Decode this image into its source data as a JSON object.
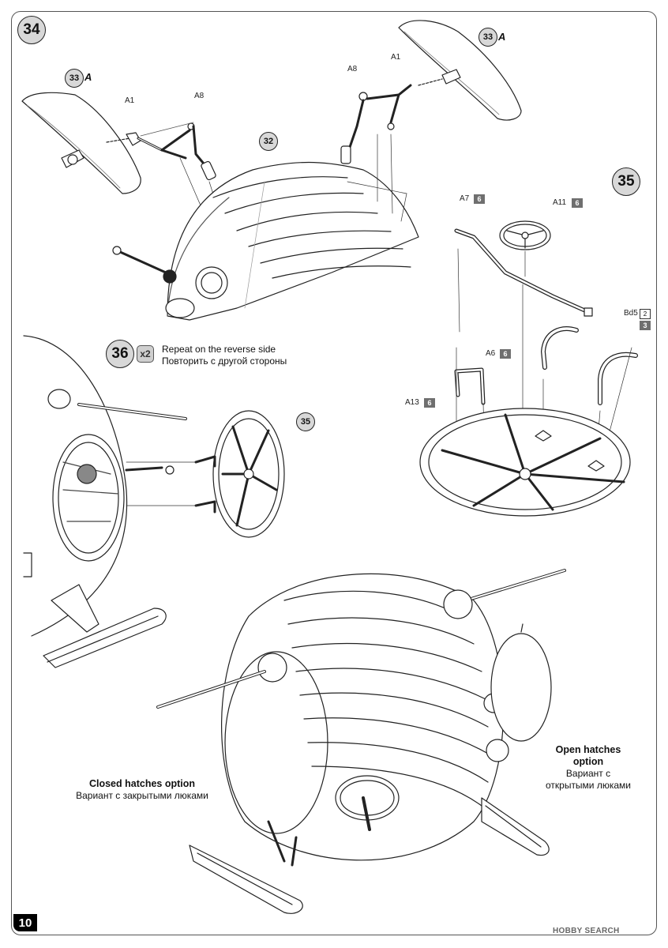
{
  "page_number": "10",
  "steps": {
    "step34": "34",
    "step35": "35",
    "step36": "36",
    "step36_multiplier": "x2"
  },
  "step34_parts": {
    "ref_left_num": "33",
    "ref_left_letter": "A",
    "ref_right_num": "33",
    "ref_right_letter": "A",
    "ref_body": "32",
    "a1_left": "A1",
    "a8_left": "A8",
    "a8_right": "A8",
    "a1_right": "A1"
  },
  "step35_parts": {
    "a7": "A7",
    "a7_qty": "6",
    "a11": "A11",
    "a11_qty": "6",
    "bd5": "Bd5",
    "bd5_qty_small": "2",
    "bd5_qty": "3",
    "a6": "A6",
    "a6_qty": "6",
    "a13": "A13",
    "a13_qty": "6"
  },
  "step36": {
    "note_en": "Repeat on the reverse side",
    "note_ru": "Повторить с другой стороны",
    "ref_wheel": "35"
  },
  "options": {
    "closed_en": "Closed hatches option",
    "closed_ru": "Вариант с закрытыми люками",
    "open_en_line1": "Open hatches",
    "open_en_line2": "option",
    "open_ru_line1": "Вариант с",
    "open_ru_line2": "открытыми люками"
  },
  "watermark": "HOBBY SEARCH"
}
